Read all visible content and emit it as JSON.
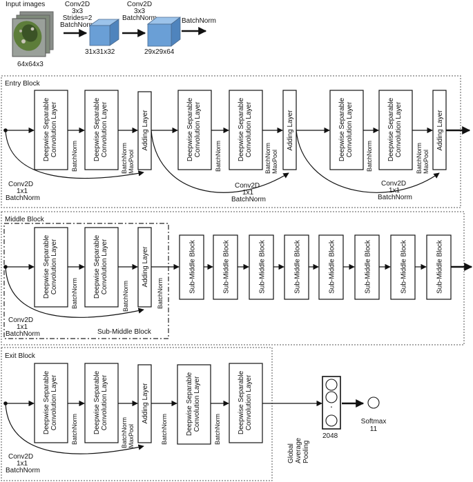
{
  "header": {
    "input_label": "Input images",
    "input_size": "64x64x3",
    "conv1": [
      "Conv2D",
      "3x3",
      "Strides=2",
      "BatchNorm"
    ],
    "cube1_size": "31x31x32",
    "conv2": [
      "Conv2D",
      "3x3",
      "BatchNorm"
    ],
    "cube2_size": "29x29x64",
    "after_label": "BatchNorm"
  },
  "labels": {
    "sep_conv": [
      "Deepwise Separable",
      "Convolution Layer"
    ],
    "adding": "Adding Layer",
    "batchnorm": "BatchNorm",
    "bn_maxpool": [
      "BatchNorm",
      "MaxPool"
    ],
    "conv1x1": [
      "Conv2D",
      "1x1",
      "BatchNorm"
    ],
    "sub_middle": "Sub-Middle Block"
  },
  "blocks": {
    "entry": "Entry Block",
    "middle": "Middle Block",
    "sub_middle_caption": "Sub-Middle Block",
    "exit": "Exit Block"
  },
  "exit_head": {
    "gap": [
      "Global",
      "Average",
      "Pooling"
    ],
    "dense_size": "2048",
    "dots": "·",
    "softmax": "Softmax",
    "classes": "11"
  },
  "colors": {
    "cube_front": "#6a9fd6",
    "cube_top": "#9cc3ea",
    "cube_side": "#4f84bd",
    "leaf_green": "#5d7d3a",
    "leaf_dark": "#3b5326"
  }
}
